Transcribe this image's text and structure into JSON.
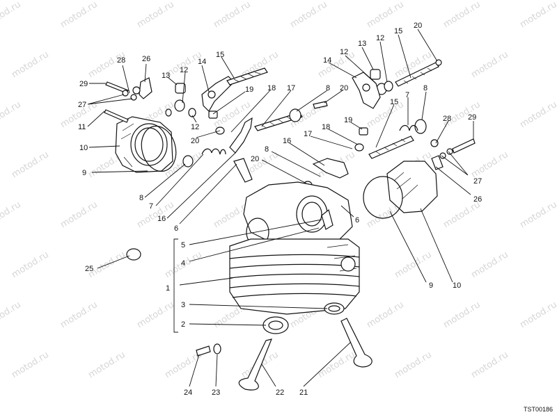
{
  "watermark": "motod.ru",
  "drawing_code": "TST00186",
  "callouts": [
    {
      "id": "c29a",
      "text": "29"
    },
    {
      "id": "c28a",
      "text": "28"
    },
    {
      "id": "c26a",
      "text": "26"
    },
    {
      "id": "c27a",
      "text": "27"
    },
    {
      "id": "c11",
      "text": "11"
    },
    {
      "id": "c10a",
      "text": "10"
    },
    {
      "id": "c9a",
      "text": "9"
    },
    {
      "id": "c8a",
      "text": "8"
    },
    {
      "id": "c7a",
      "text": "7"
    },
    {
      "id": "c16a",
      "text": "16"
    },
    {
      "id": "c6a",
      "text": "6"
    },
    {
      "id": "c13a",
      "text": "13"
    },
    {
      "id": "c12a",
      "text": "12"
    },
    {
      "id": "c14a",
      "text": "14"
    },
    {
      "id": "c15a",
      "text": "15"
    },
    {
      "id": "c19a",
      "text": "19"
    },
    {
      "id": "c12b",
      "text": "12"
    },
    {
      "id": "c20a",
      "text": "20"
    },
    {
      "id": "c18a",
      "text": "18"
    },
    {
      "id": "c17a",
      "text": "17"
    },
    {
      "id": "c8b",
      "text": "8"
    },
    {
      "id": "c20b",
      "text": "20"
    },
    {
      "id": "c14b",
      "text": "14"
    },
    {
      "id": "c12c",
      "text": "12"
    },
    {
      "id": "c13b",
      "text": "13"
    },
    {
      "id": "c12d",
      "text": "12"
    },
    {
      "id": "c15b",
      "text": "15"
    },
    {
      "id": "c20c",
      "text": "20"
    },
    {
      "id": "c15c",
      "text": "15"
    },
    {
      "id": "c7b",
      "text": "7"
    },
    {
      "id": "c8c",
      "text": "8"
    },
    {
      "id": "c19b",
      "text": "19"
    },
    {
      "id": "c18b",
      "text": "18"
    },
    {
      "id": "c17b",
      "text": "17"
    },
    {
      "id": "c16b",
      "text": "16"
    },
    {
      "id": "c8d",
      "text": "8"
    },
    {
      "id": "c20d",
      "text": "20"
    },
    {
      "id": "c28b",
      "text": "28"
    },
    {
      "id": "c29b",
      "text": "29"
    },
    {
      "id": "c27b",
      "text": "27"
    },
    {
      "id": "c26b",
      "text": "26"
    },
    {
      "id": "c6b",
      "text": "6"
    },
    {
      "id": "c9b",
      "text": "9"
    },
    {
      "id": "c10b",
      "text": "10"
    },
    {
      "id": "c5",
      "text": "5"
    },
    {
      "id": "c4",
      "text": "4"
    },
    {
      "id": "c1",
      "text": "1"
    },
    {
      "id": "c3",
      "text": "3"
    },
    {
      "id": "c2",
      "text": "2"
    },
    {
      "id": "c25",
      "text": "25"
    },
    {
      "id": "c24",
      "text": "24"
    },
    {
      "id": "c23",
      "text": "23"
    },
    {
      "id": "c22",
      "text": "22"
    },
    {
      "id": "c21",
      "text": "21"
    }
  ]
}
